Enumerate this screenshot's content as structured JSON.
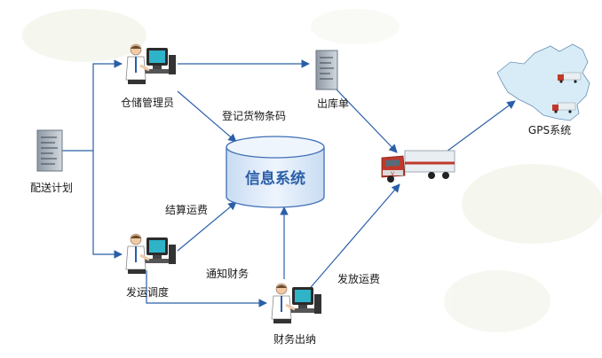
{
  "nodes": {
    "distribution_plan": "配送计划",
    "warehouse_manager": "仓储管理员",
    "dispatch_scheduling": "发运调度",
    "finance_cashier": "财务出纳",
    "outbound_order": "出库单",
    "information_system": "信息系统",
    "gps_system": "GPS系统"
  },
  "edge_labels": {
    "register_barcode": "登记货物条码",
    "settle_freight": "结算运费",
    "notify_finance": "通知财务",
    "release_freight": "发放运费"
  },
  "colors": {
    "arrow": "#2a5fa8",
    "db_fill": "#dde9f8",
    "db_stroke": "#3f6fb5",
    "map_fill": "#d7ecf7",
    "truck_body": "#c0392b"
  }
}
